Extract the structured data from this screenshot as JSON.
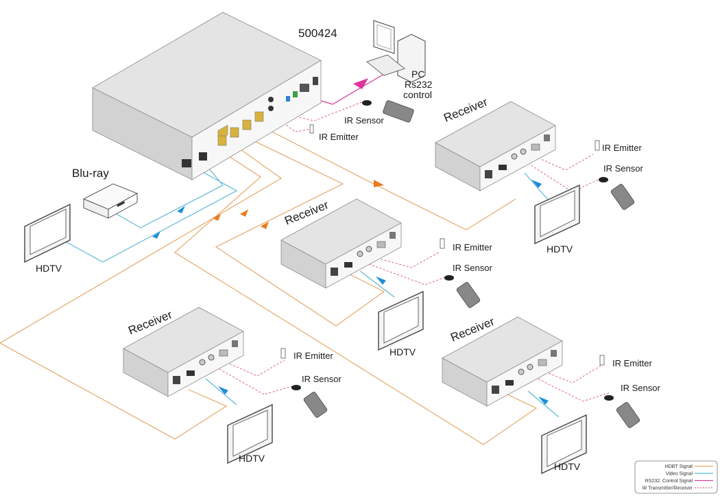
{
  "diagram": {
    "title": "500424",
    "source_devices": {
      "bluray": "Blu-ray",
      "local_tv": "HDTV",
      "pc": {
        "line1": "PC",
        "line2": "Rs232",
        "line3": "control"
      }
    },
    "transmitter_ir": {
      "sensor": "IR Sensor",
      "emitter": "IR Emitter"
    },
    "receivers": [
      {
        "label": "Receiver",
        "tv": "HDTV",
        "ir_emitter": "IR Emitter",
        "ir_sensor": "IR Sensor"
      },
      {
        "label": "Receiver",
        "tv": "HDTV",
        "ir_emitter": "IR Emitter",
        "ir_sensor": "IR Sensor"
      },
      {
        "label": "Receiver",
        "tv": "HDTV",
        "ir_emitter": "IR Emitter",
        "ir_sensor": "IR Sensor"
      },
      {
        "label": "Receiver",
        "tv": "HDTV",
        "ir_emitter": "IR Emitter",
        "ir_sensor": "IR Sensor"
      }
    ],
    "legend": [
      {
        "label": "HDBT Signal",
        "color": "#e5a867",
        "style": "solid"
      },
      {
        "label": "Video Signal",
        "color": "#5bb8d6",
        "style": "solid"
      },
      {
        "label": "RS232. Control Signal",
        "color": "#d9439a",
        "style": "solid"
      },
      {
        "label": "IR Transmitter/Receiver",
        "color": "#d6647a",
        "style": "dashed"
      }
    ],
    "colors": {
      "hdbt": "#e5a867",
      "video": "#5bb8d6",
      "rs232": "#d9439a",
      "ir": "#d6647a",
      "arrow_orange": "#ec7a1f",
      "arrow_blue": "#1f8fd6",
      "arrow_magenta": "#e0339b"
    }
  }
}
